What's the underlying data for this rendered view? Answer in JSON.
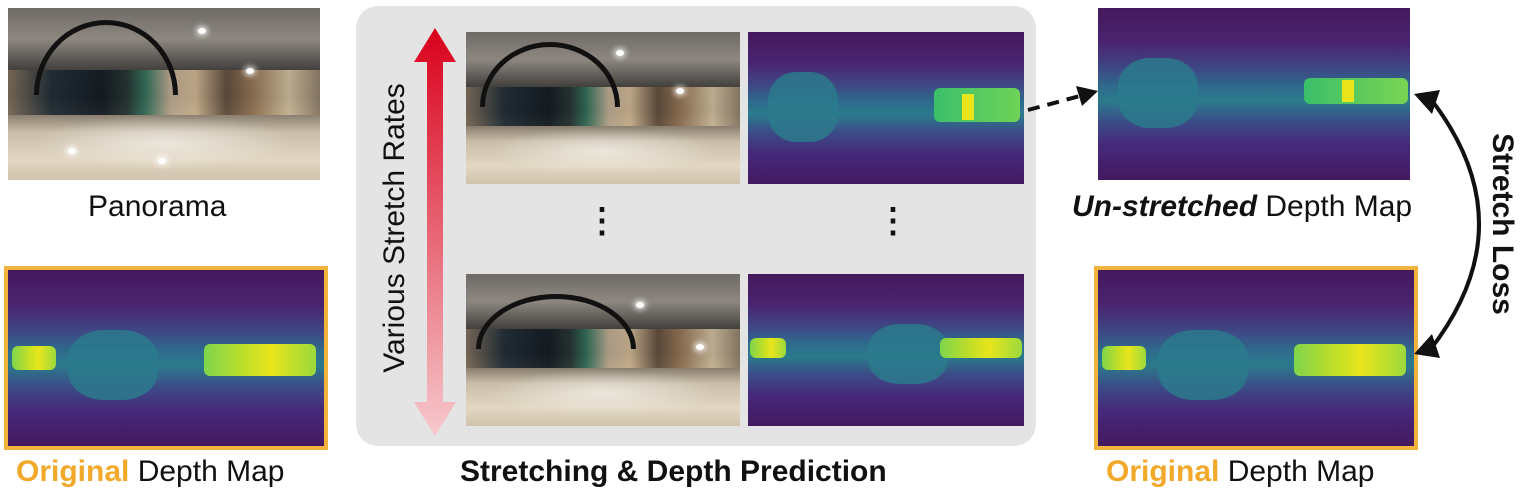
{
  "colors": {
    "highlight": "#f2a92a",
    "arrow_gradient_top": "#d9001b",
    "arrow_gradient_bottom": "#f6c9cd",
    "panel_background": "#e4e4e4"
  },
  "left": {
    "panorama_label": "Panorama",
    "original_label_highlight": "Original",
    "original_label_rest": " Depth Map"
  },
  "center": {
    "title": "Stretching & Depth Prediction",
    "vertical_axis_label": "Various Stretch Rates",
    "ellipsis": "⋮"
  },
  "right": {
    "unstretched_label_emph": "Un-stretched",
    "unstretched_label_rest": " Depth Map",
    "original_label_highlight": "Original",
    "original_label_rest": " Depth Map",
    "loss_label": "Stretch Loss"
  }
}
